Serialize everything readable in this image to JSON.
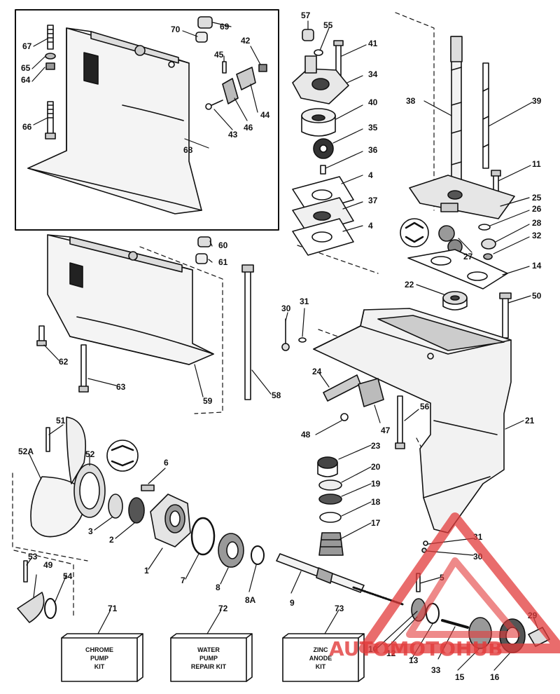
{
  "diagram": {
    "callouts": [
      {
        "id": "c67",
        "text": "67"
      },
      {
        "id": "c65",
        "text": "65"
      },
      {
        "id": "c64",
        "text": "64"
      },
      {
        "id": "c66",
        "text": "66"
      },
      {
        "id": "c70",
        "text": "70"
      },
      {
        "id": "c69",
        "text": "69"
      },
      {
        "id": "c45",
        "text": "45"
      },
      {
        "id": "c42",
        "text": "42"
      },
      {
        "id": "c44",
        "text": "44"
      },
      {
        "id": "c46",
        "text": "46"
      },
      {
        "id": "c43",
        "text": "43"
      },
      {
        "id": "c68",
        "text": "68"
      },
      {
        "id": "c57",
        "text": "57"
      },
      {
        "id": "c55",
        "text": "55"
      },
      {
        "id": "c41",
        "text": "41"
      },
      {
        "id": "c34",
        "text": "34"
      },
      {
        "id": "c40",
        "text": "40"
      },
      {
        "id": "c35",
        "text": "35"
      },
      {
        "id": "c36",
        "text": "36"
      },
      {
        "id": "c4a",
        "text": "4"
      },
      {
        "id": "c37",
        "text": "37"
      },
      {
        "id": "c4b",
        "text": "4"
      },
      {
        "id": "c38",
        "text": "38"
      },
      {
        "id": "c39",
        "text": "39"
      },
      {
        "id": "c11",
        "text": "11"
      },
      {
        "id": "c25",
        "text": "25"
      },
      {
        "id": "c26",
        "text": "26"
      },
      {
        "id": "c28",
        "text": "28"
      },
      {
        "id": "c27",
        "text": "27"
      },
      {
        "id": "c32",
        "text": "32"
      },
      {
        "id": "c14",
        "text": "14"
      },
      {
        "id": "c22",
        "text": "22"
      },
      {
        "id": "c50",
        "text": "50"
      },
      {
        "id": "c60",
        "text": "60"
      },
      {
        "id": "c61",
        "text": "61"
      },
      {
        "id": "c62",
        "text": "62"
      },
      {
        "id": "c63",
        "text": "63"
      },
      {
        "id": "c59",
        "text": "59"
      },
      {
        "id": "c58",
        "text": "58"
      },
      {
        "id": "c30a",
        "text": "30"
      },
      {
        "id": "c31a",
        "text": "31"
      },
      {
        "id": "c24",
        "text": "24"
      },
      {
        "id": "c47",
        "text": "47"
      },
      {
        "id": "c48",
        "text": "48"
      },
      {
        "id": "c56",
        "text": "56"
      },
      {
        "id": "c21",
        "text": "21"
      },
      {
        "id": "c51",
        "text": "51"
      },
      {
        "id": "c52A",
        "text": "52A"
      },
      {
        "id": "c52",
        "text": "52"
      },
      {
        "id": "c6",
        "text": "6"
      },
      {
        "id": "c3",
        "text": "3"
      },
      {
        "id": "c2",
        "text": "2"
      },
      {
        "id": "c1",
        "text": "1"
      },
      {
        "id": "c7",
        "text": "7"
      },
      {
        "id": "c8",
        "text": "8"
      },
      {
        "id": "c8A",
        "text": "8A"
      },
      {
        "id": "c9",
        "text": "9"
      },
      {
        "id": "c23",
        "text": "23"
      },
      {
        "id": "c20",
        "text": "20"
      },
      {
        "id": "c19",
        "text": "19"
      },
      {
        "id": "c18",
        "text": "18"
      },
      {
        "id": "c17",
        "text": "17"
      },
      {
        "id": "c31b",
        "text": "31"
      },
      {
        "id": "c30b",
        "text": "30"
      },
      {
        "id": "c5",
        "text": "5"
      },
      {
        "id": "c53",
        "text": "53"
      },
      {
        "id": "c49",
        "text": "49"
      },
      {
        "id": "c54",
        "text": "54"
      },
      {
        "id": "c71",
        "text": "71"
      },
      {
        "id": "c72",
        "text": "72"
      },
      {
        "id": "c73",
        "text": "73"
      },
      {
        "id": "c10",
        "text": "10"
      },
      {
        "id": "c12",
        "text": "12"
      },
      {
        "id": "c13",
        "text": "13"
      },
      {
        "id": "c33",
        "text": "33"
      },
      {
        "id": "c15",
        "text": "15"
      },
      {
        "id": "c16",
        "text": "16"
      },
      {
        "id": "c29",
        "text": "29"
      }
    ],
    "kits": [
      {
        "lines": [
          "CHROME",
          "PUMP",
          "KIT"
        ]
      },
      {
        "lines": [
          "WATER",
          "PUMP",
          "REPAIR KIT"
        ]
      },
      {
        "lines": [
          "ZINC",
          "ANODE",
          "KIT"
        ]
      }
    ],
    "watermark": {
      "text": "AUTOMOTOHUB",
      "color": "#e23b3b"
    }
  }
}
